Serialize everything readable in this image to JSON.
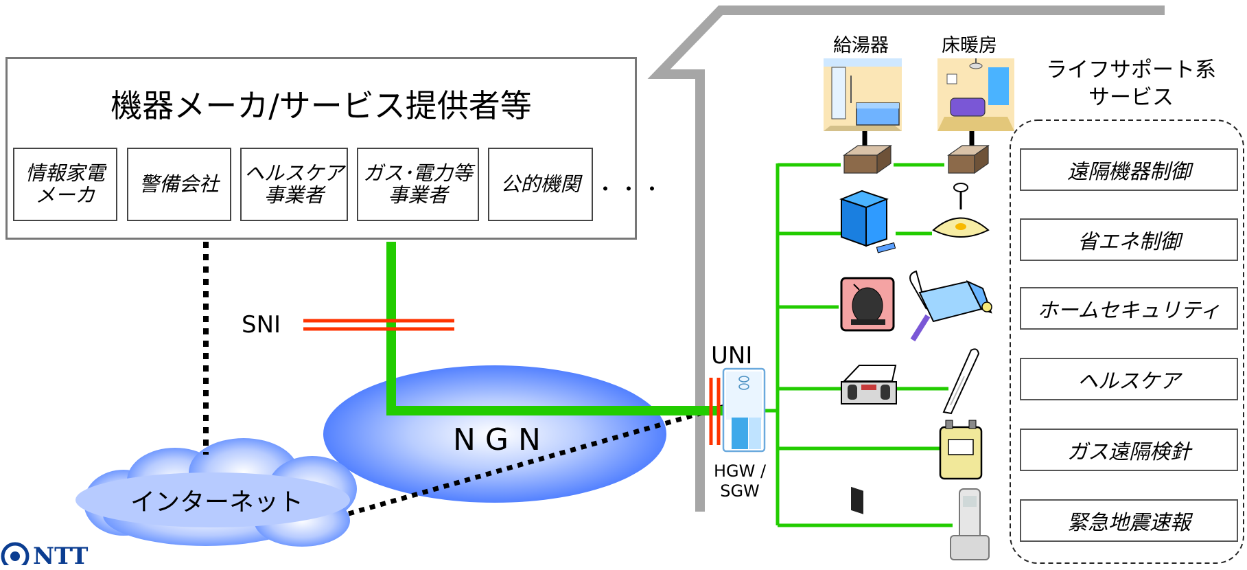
{
  "provider": {
    "title": "機器メーカ/サービス提供者等",
    "items": [
      {
        "label": "情報家電\nメーカ"
      },
      {
        "label": "警備会社"
      },
      {
        "label": "ヘルスケア\n事業者"
      },
      {
        "label": "ガス･電力等\n事業者"
      },
      {
        "label": "公的機関"
      }
    ],
    "ellipsis": "・・・"
  },
  "interfaces": {
    "sni": "SNI",
    "uni": "UNI",
    "hgw": "HGW /\nSGW"
  },
  "networks": {
    "ngn": "NGN",
    "internet": "インターネット"
  },
  "appliances": {
    "water_heater": "給湯器",
    "floor_heating": "床暖房"
  },
  "services": {
    "title": "ライフサポート系\nサービス",
    "items": [
      "遠隔機器制御",
      "省エネ制御",
      "ホームセキュリティ",
      "ヘルスケア",
      "ガス遠隔検針",
      "緊急地震速報"
    ]
  },
  "logo": {
    "text": "NTT"
  },
  "colors": {
    "link_green": "#22cc00",
    "sni_red": "#ff3300",
    "house_gray": "#a6a6a6",
    "ngn_blue": "#3f7bff"
  }
}
